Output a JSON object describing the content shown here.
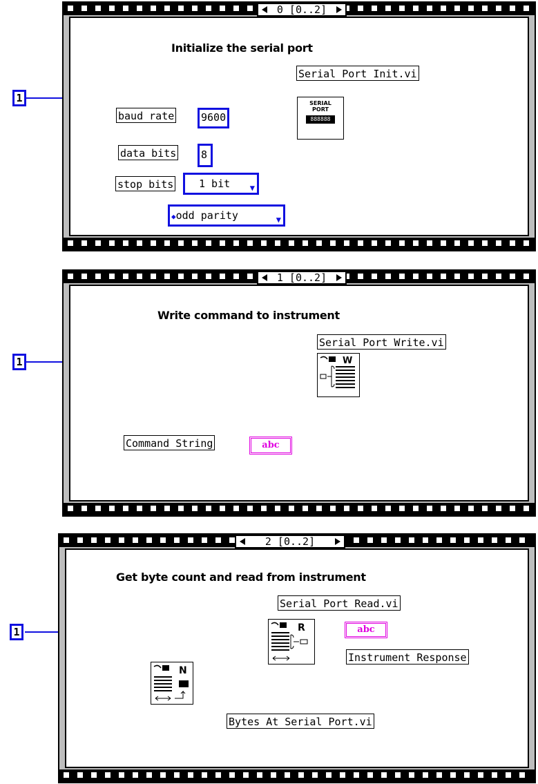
{
  "frames": [
    {
      "selector": "0 [0..2]",
      "title": "Initialize the serial port",
      "vi_name": "Serial Port Init.vi",
      "vi_icon_text": "SERIAL PORT",
      "vi_icon_display": "888888",
      "constant_in": "1",
      "inputs": [
        {
          "label": "baud rate",
          "value": "9600"
        },
        {
          "label": "data bits",
          "value": "8"
        },
        {
          "label": "stop bits",
          "value": "1 bit"
        }
      ],
      "parity": "odd parity"
    },
    {
      "selector": "1 [0..2]",
      "title": "Write command to instrument",
      "vi_name": "Serial Port Write.vi",
      "vi_letter": "W",
      "constant_in": "1",
      "string_label": "Command String",
      "string_const": "abc"
    },
    {
      "selector": "2 [0..2]",
      "title": "Get byte count and read from instrument",
      "vi_name": "Serial Port Read.vi",
      "vi_letter": "R",
      "bytes_vi_name": "Bytes At Serial Port.vi",
      "bytes_vi_letter": "N",
      "constant_in": "1",
      "output_label": "Instrument Response",
      "output_const": "abc"
    }
  ],
  "colors": {
    "numeric_wire": "#1010e0",
    "string_wire": "#e000e0",
    "frame_gray": "#bdbdbd"
  }
}
